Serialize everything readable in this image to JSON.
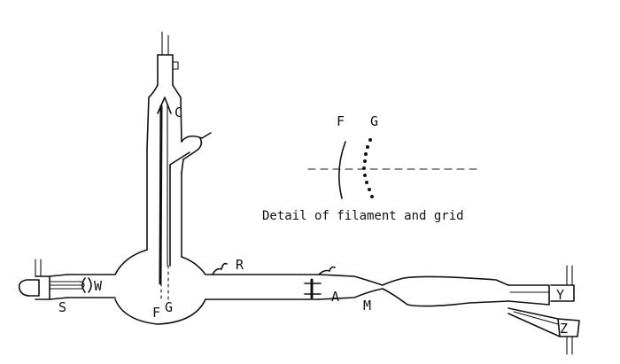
{
  "labels": {
    "C": "C",
    "R": "R",
    "W": "W",
    "S": "S",
    "F": "F",
    "G": "G",
    "A": "A",
    "M": "M",
    "Y": "Y",
    "Z": "Z"
  },
  "detail": {
    "F": "F",
    "G": "G",
    "caption": "Detail of filament and grid"
  }
}
